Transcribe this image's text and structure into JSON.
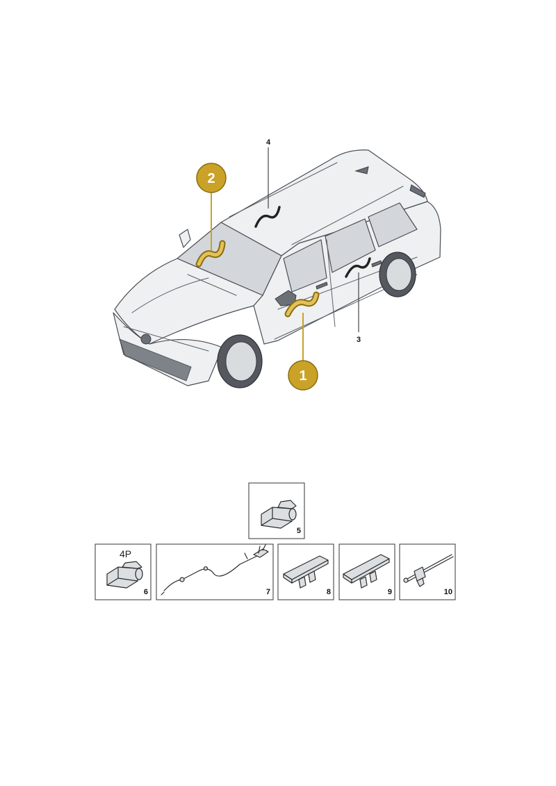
{
  "colors": {
    "highlight": "#c9a227",
    "highlight_stroke": "#8a6d10",
    "outline": "#333333"
  },
  "callouts": [
    {
      "id": "1",
      "label": "1",
      "style": "highlighted"
    },
    {
      "id": "2",
      "label": "2",
      "style": "highlighted"
    },
    {
      "id": "3",
      "label": "3",
      "style": "plain"
    },
    {
      "id": "4",
      "label": "4",
      "style": "plain"
    }
  ],
  "parts": [
    {
      "number": "5",
      "icon": "connector-icon"
    },
    {
      "number": "6",
      "icon": "connector-4p-icon",
      "marking": "4P"
    },
    {
      "number": "7",
      "icon": "cable-harness-icon"
    },
    {
      "number": "8",
      "icon": "bracket-clip-icon"
    },
    {
      "number": "9",
      "icon": "bracket-clip-icon"
    },
    {
      "number": "10",
      "icon": "cable-tie-icon"
    }
  ]
}
